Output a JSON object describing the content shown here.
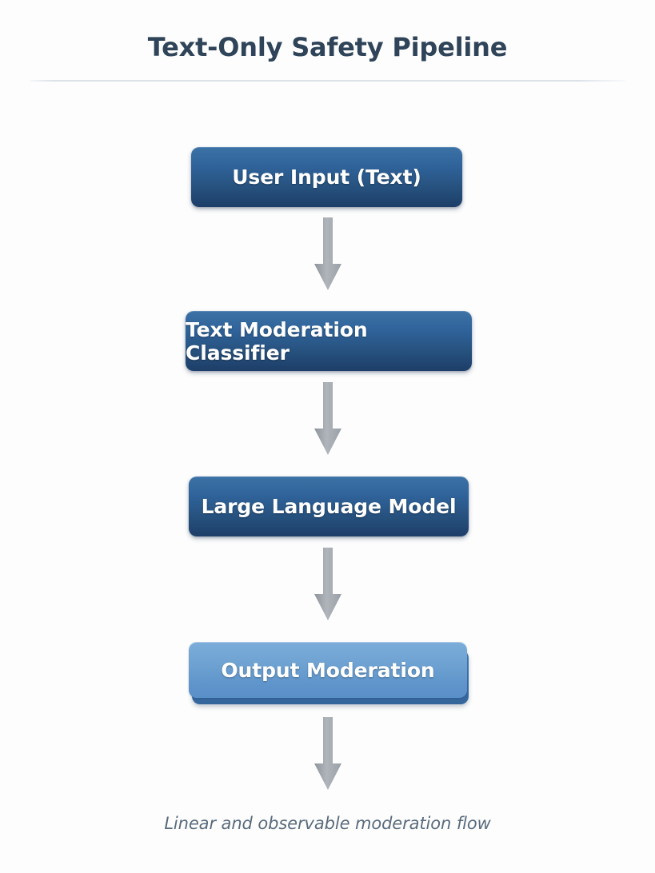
{
  "page": {
    "title": "Text-Only Safety Pipeline",
    "caption": "Linear and observable moderation flow",
    "background_color": "#fdfdfd",
    "title_color": "#2f4459",
    "caption_color": "#596b7d",
    "divider_color": "#dde1e8"
  },
  "diagram": {
    "type": "flowchart",
    "orientation": "vertical",
    "nodes": [
      {
        "id": "user-input",
        "label": "User Input (Text)",
        "style": "dark",
        "fill_top": "#3c72a6",
        "fill_bottom": "#1d3e68",
        "text_color": "#ffffff"
      },
      {
        "id": "text-moderation-classifier",
        "label": "Text Moderation Classifier",
        "style": "dark",
        "fill_top": "#3c72a6",
        "fill_bottom": "#1d3e68",
        "text_color": "#ffffff"
      },
      {
        "id": "large-language-model",
        "label": "Large Language Model",
        "style": "dark",
        "fill_top": "#3c72a6",
        "fill_bottom": "#1d3e68",
        "text_color": "#ffffff"
      },
      {
        "id": "output-moderation",
        "label": "Output Moderation",
        "style": "light",
        "fill_top": "#7cadd9",
        "fill_bottom": "#5a90c8",
        "text_color": "#ffffff"
      }
    ],
    "arrows": [
      {
        "id": "arrow-1",
        "from": "user-input",
        "to": "text-moderation-classifier",
        "color": "#a3a8ae"
      },
      {
        "id": "arrow-2",
        "from": "text-moderation-classifier",
        "to": "large-language-model",
        "color": "#a3a8ae"
      },
      {
        "id": "arrow-3",
        "from": "large-language-model",
        "to": "output-moderation",
        "color": "#a3a8ae"
      },
      {
        "id": "arrow-4",
        "from": "output-moderation",
        "to": "",
        "color": "#a3a8ae"
      }
    ]
  }
}
